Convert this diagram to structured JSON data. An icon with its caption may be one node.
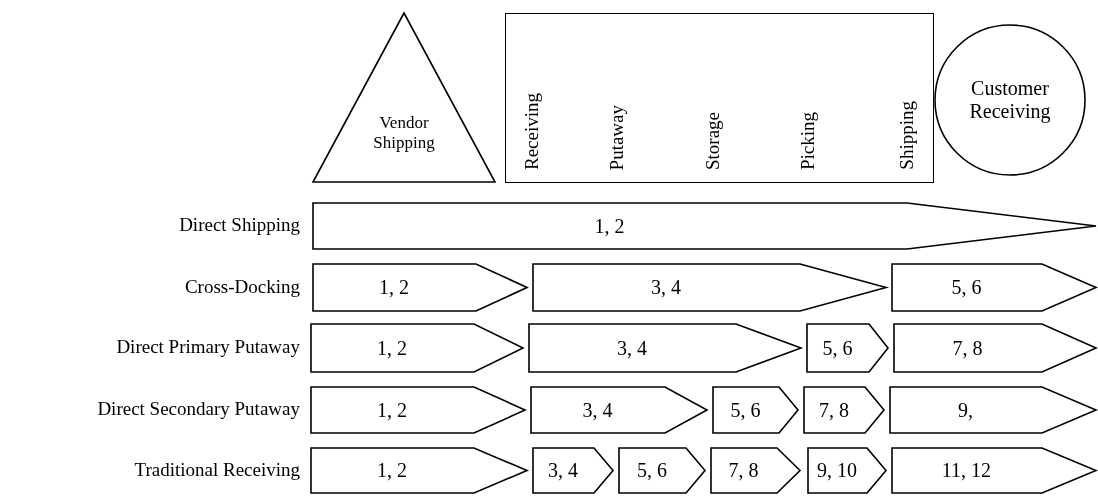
{
  "diagram": {
    "nodes": [
      {
        "text": [
          "Vendor Shipping"
        ]
      },
      {
        "text": [
          "Receiving",
          "Putaway",
          "Storage",
          "Picking",
          "Shipping"
        ]
      },
      {
        "text": [
          "Customer Receiving"
        ]
      },
      {
        "text": [
          "1, 2"
        ]
      },
      {
        "text": [
          "1, 2"
        ]
      },
      {
        "text": [
          "3, 4"
        ]
      },
      {
        "text": [
          "5, 6"
        ]
      },
      {
        "text": [
          "1, 2"
        ]
      },
      {
        "text": [
          "3, 4"
        ]
      },
      {
        "text": [
          "5, 6"
        ]
      },
      {
        "text": [
          "7, 8"
        ]
      },
      {
        "text": [
          "1, 2"
        ]
      },
      {
        "text": [
          "3, 4"
        ]
      },
      {
        "text": [
          "5, 6"
        ]
      },
      {
        "text": [
          "7, 8"
        ]
      },
      {
        "text": [
          "9,"
        ]
      },
      {
        "text": [
          "1, 2"
        ]
      },
      {
        "text": [
          "3, 4"
        ]
      },
      {
        "text": [
          "5, 6"
        ]
      },
      {
        "text": [
          "7, 8"
        ]
      },
      {
        "text": [
          "9, 10"
        ]
      },
      {
        "text": [
          "11, 12"
        ]
      }
    ],
    "labels": [
      "Direct Shipping",
      "Cross-Docking",
      "Direct Primary Putaway",
      "Direct Secondary Putaway",
      "Traditional Receiving"
    ]
  }
}
